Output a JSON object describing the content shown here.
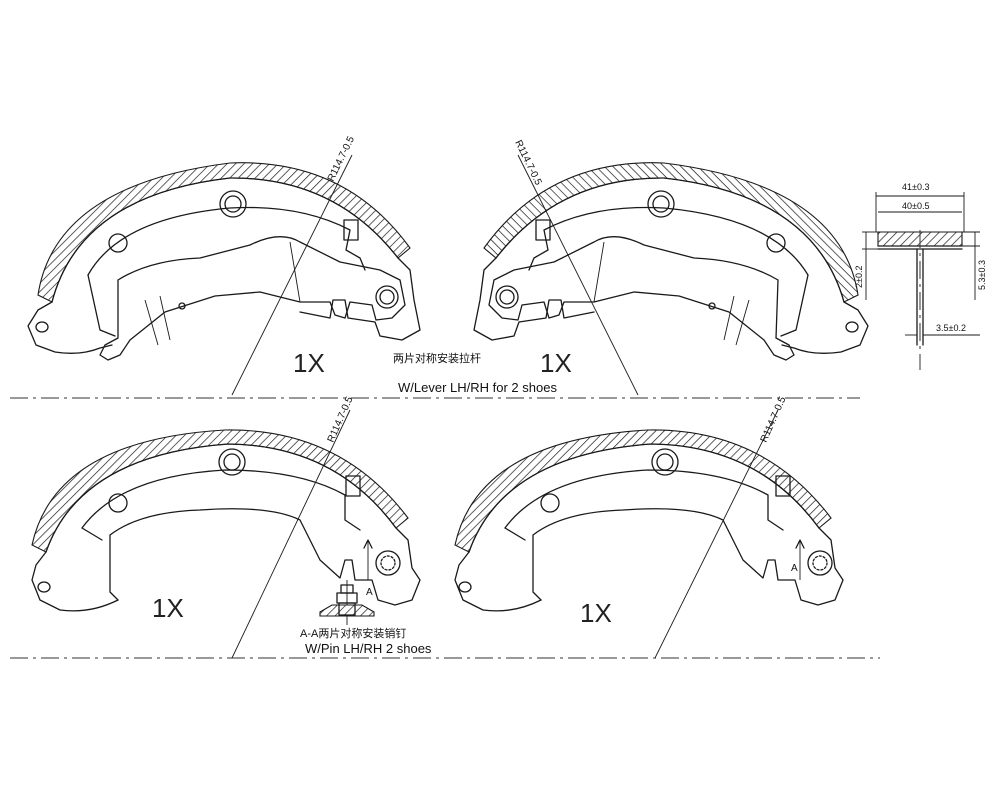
{
  "drawing": {
    "radius_label": "R114.7-0.5",
    "quantity": "1X",
    "lever_note_cn": "两片对称安装拉杆",
    "lever_caption": "W/Lever LH/RH for 2 shoes",
    "pin_note_cn": "A-A两片对称安装销钉",
    "pin_caption": "W/Pin LH/RH 2 shoes",
    "section_mark": "A"
  },
  "section": {
    "dim_41": "41±0.3",
    "dim_40": "40±0.5",
    "dim_2": "2±0.2",
    "dim_53": "5.3±0.3",
    "dim_35": "3.5±0.2"
  }
}
